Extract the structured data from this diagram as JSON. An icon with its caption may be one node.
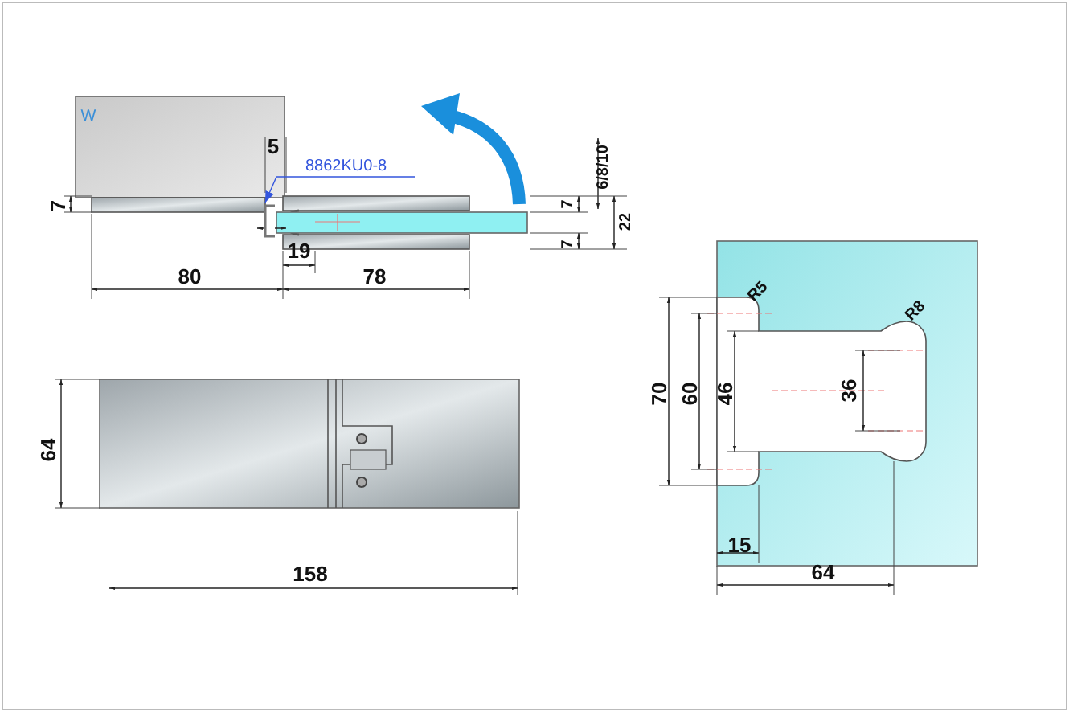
{
  "diagram": {
    "nodes": [
      {
        "text": [
          "8862KU0-8"
        ]
      },
      {
        "text": [],
        "shape": "bar"
      }
    ],
    "edges": [
      {
        "from": 0,
        "to": 1,
        "arrow": "to"
      }
    ],
    "labels": [
      "W",
      "5",
      "6/8/10",
      "7",
      "7",
      "22",
      "7",
      "19",
      "80",
      "78",
      "64",
      "R5",
      "R8",
      "70",
      "60",
      "46",
      "36",
      "158",
      "15",
      "64"
    ]
  }
}
